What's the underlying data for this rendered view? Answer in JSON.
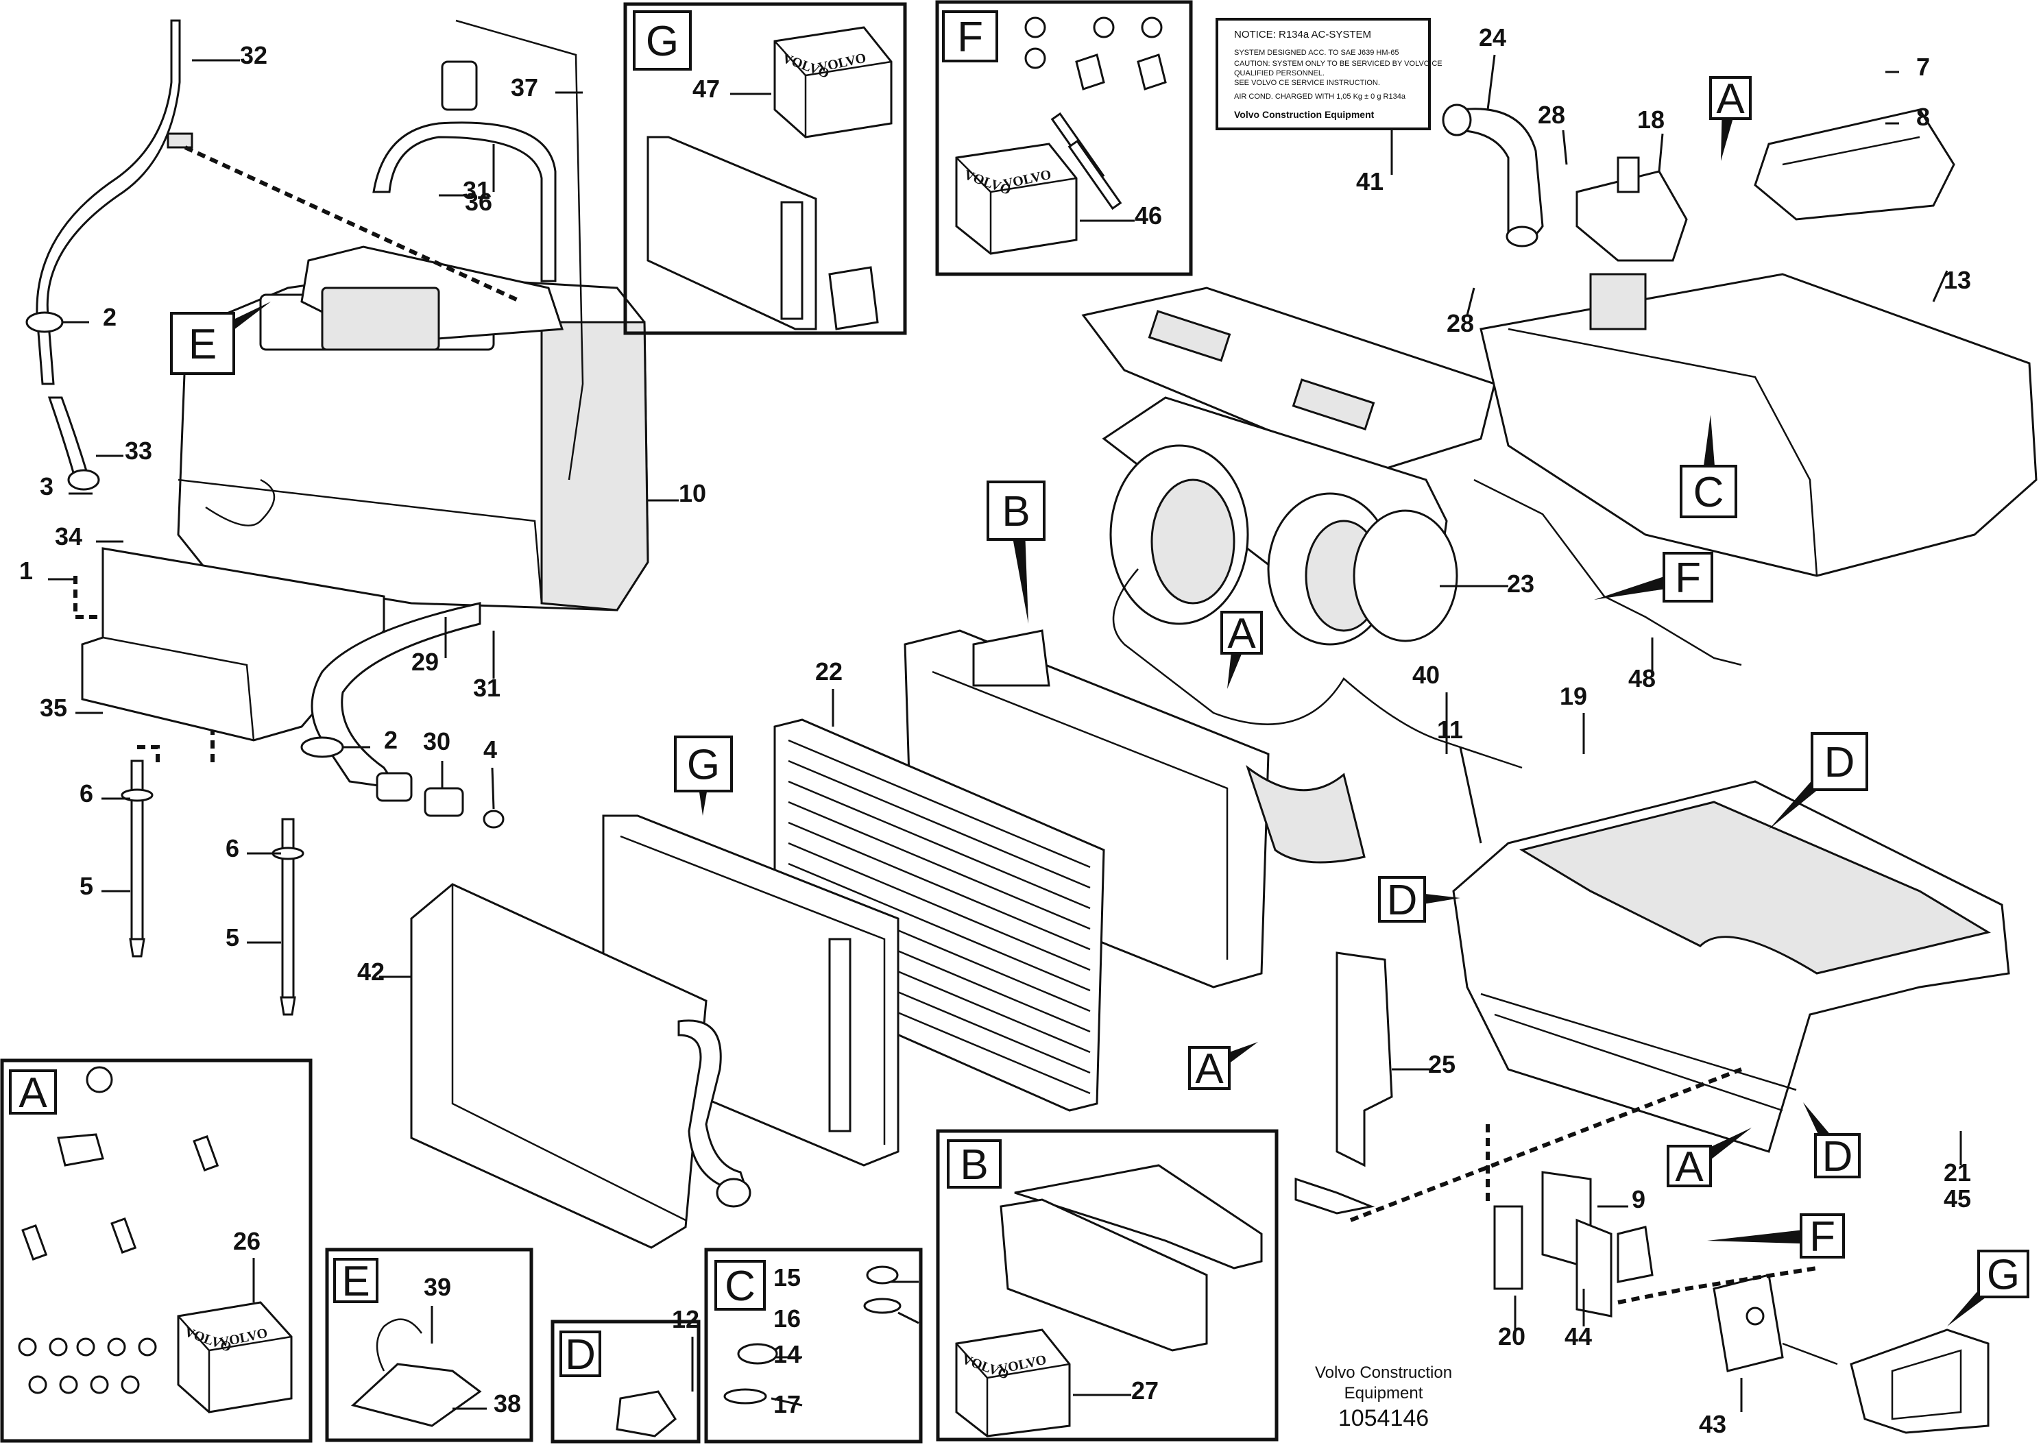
{
  "callouts": [
    "1",
    "2",
    "2",
    "3",
    "4",
    "5",
    "5",
    "6",
    "6",
    "7",
    "8",
    "9",
    "10",
    "11",
    "12",
    "13",
    "14",
    "15",
    "16",
    "17",
    "18",
    "19",
    "20",
    "21",
    "22",
    "23",
    "24",
    "25",
    "26",
    "27",
    "28",
    "28",
    "29",
    "30",
    "31",
    "31",
    "32",
    "33",
    "34",
    "35",
    "36",
    "37",
    "38",
    "39",
    "40",
    "41",
    "42",
    "43",
    "44",
    "45",
    "46",
    "47",
    "48"
  ],
  "section_letters": [
    "A",
    "A",
    "A",
    "A",
    "A",
    "B",
    "B",
    "C",
    "C",
    "D",
    "D",
    "D",
    "D",
    "E",
    "E",
    "F",
    "F",
    "F",
    "G",
    "G",
    "G"
  ],
  "label_41": {
    "title": "NOTICE: R134a AC-SYSTEM",
    "lines": [
      "SYSTEM DESIGNED ACC. TO SAE J639 HM-65",
      "CAUTION: SYSTEM ONLY TO BE SERVICED BY VOLVO CE",
      "QUALIFIED PERSONNEL.",
      "SEE VOLVO CE SERVICE INSTRUCTION.",
      "AIR COND. CHARGED WITH 1,05 Kg ± 0 g R134a"
    ],
    "footer": "Volvo Construction Equipment"
  },
  "kit_brand": "VOLVO",
  "footer": {
    "line1": "Volvo Construction",
    "line2": "Equipment",
    "number": "1054146"
  },
  "colors": {
    "line": "#111111",
    "background": "#ffffff"
  }
}
